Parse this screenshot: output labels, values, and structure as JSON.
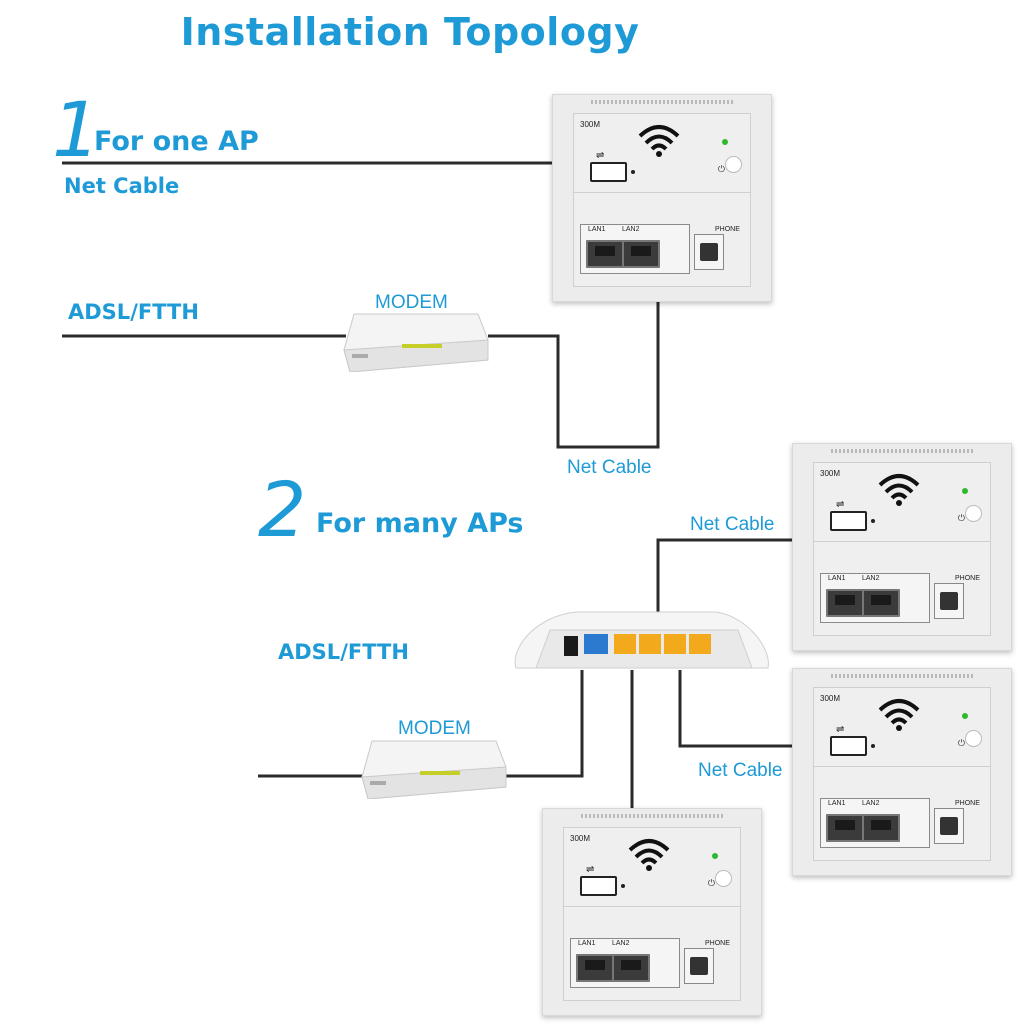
{
  "title": "Installation Topology",
  "section1": {
    "number": "1",
    "label": "For one AP",
    "net_cable": "Net Cable",
    "adsl": "ADSL/FTTH",
    "modem": "MODEM",
    "net_cable_bottom": "Net Cable"
  },
  "section2": {
    "number": "2",
    "label": "For many APs",
    "adsl": "ADSL/FTTH",
    "modem": "MODEM",
    "net_cable_top": "Net Cable",
    "net_cable_right": "Net Cable"
  },
  "ap": {
    "model": "300M",
    "lan1": "LAN1",
    "lan2": "LAN2",
    "phone": "PHONE",
    "usb_symbol": "⇌",
    "power_symbol": "⏻",
    "led_color": "#2eb82e"
  },
  "colors": {
    "accent": "#1e9ad6",
    "cable": "#2b2b2b"
  }
}
